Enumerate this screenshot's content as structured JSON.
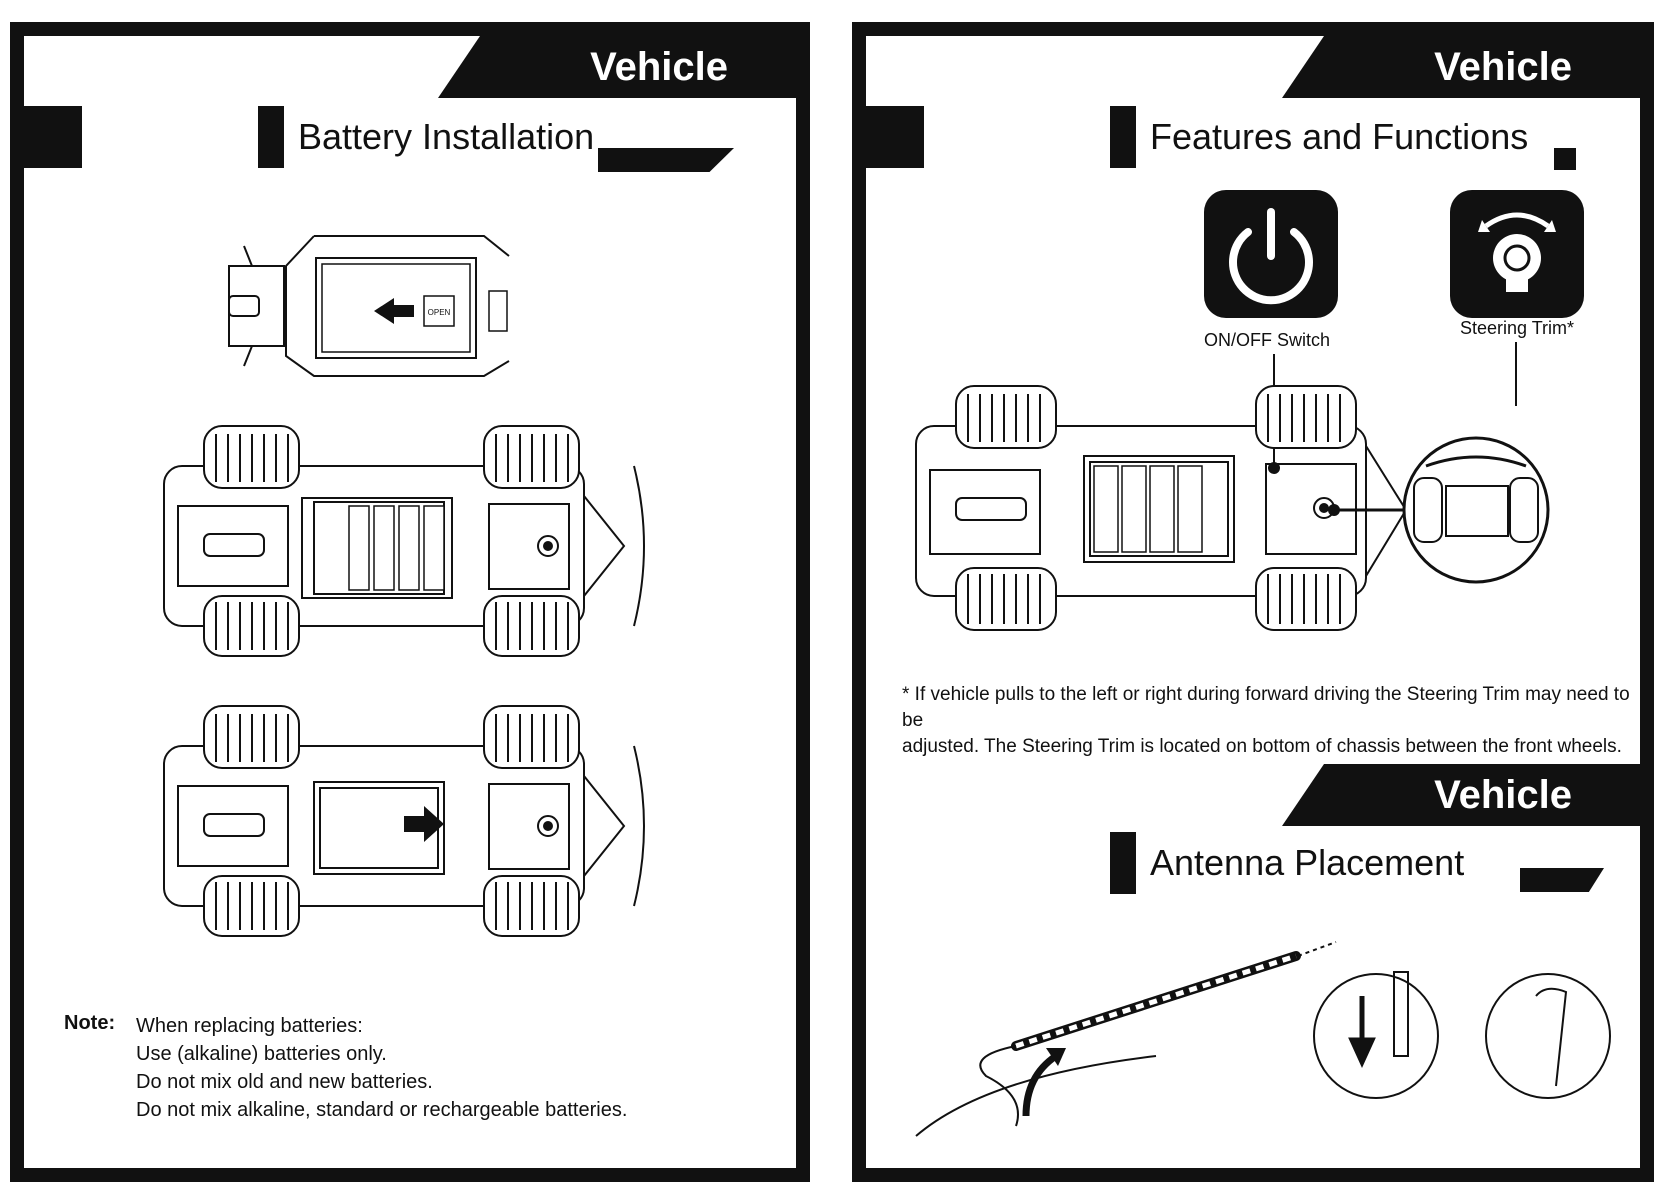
{
  "left_page": {
    "tab_label": "Vehicle",
    "section_title": "Battery Installation",
    "note": {
      "label": "Note:",
      "lines": [
        "When replacing batteries:",
        "Use (alkaline) batteries only.",
        "Do not mix old and new batteries.",
        "Do not mix alkaline, standard or rechargeable batteries."
      ]
    },
    "battery_cover_label": "OPEN"
  },
  "right_page": {
    "tab_label": "Vehicle",
    "section_title": "Features and Functions",
    "on_off_label": "ON/OFF Switch",
    "steering_trim_label": "Steering Trim*",
    "footnote_line1": "* If vehicle pulls to the left or right during forward driving the Steering Trim may need to be",
    "footnote_line2": "adjusted. The Steering Trim is located on bottom of chassis between the front wheels.",
    "antenna_tab_label": "Vehicle",
    "antenna_title": "Antenna Placement"
  },
  "icons": [
    "power-icon",
    "steering-trim-icon",
    "down-arrow-icon",
    "curved-arrow-icon",
    "slide-arrow-icon"
  ]
}
